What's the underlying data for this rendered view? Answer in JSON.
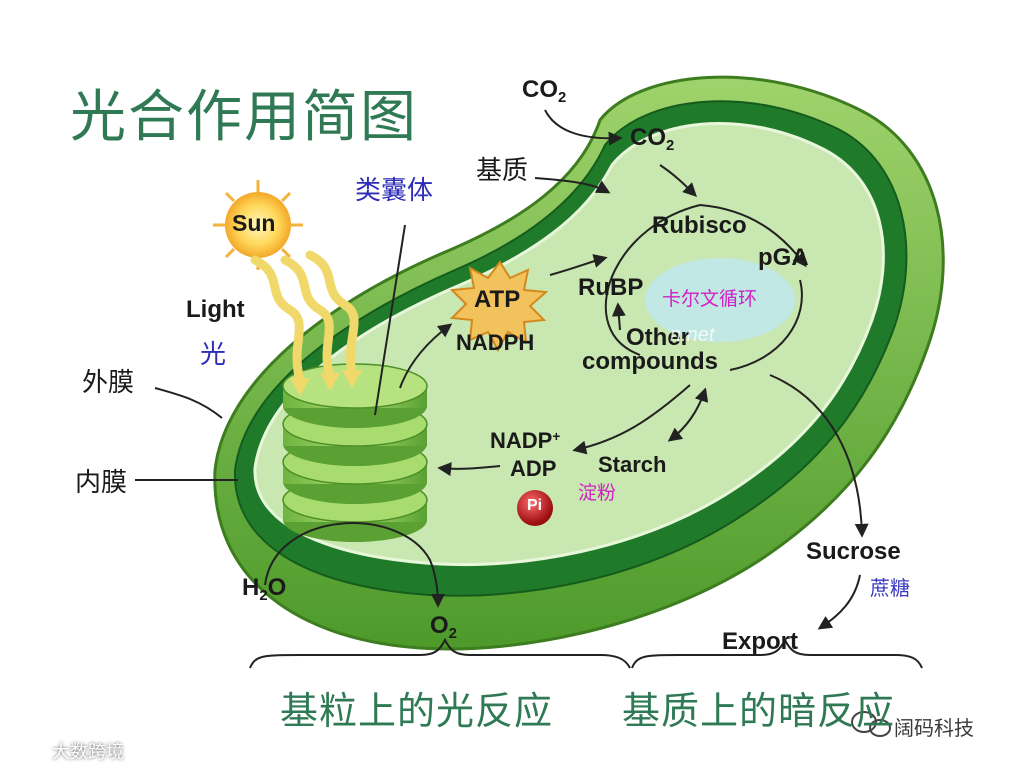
{
  "title": "光合作用简图",
  "labels": {
    "sun": "Sun",
    "light_en": "Light",
    "light_cn": "光",
    "outer_membrane": "外膜",
    "inner_membrane": "内膜",
    "thylakoid": "类囊体",
    "stroma": "基质",
    "co2_outside": "CO",
    "co2_inside": "CO",
    "co2_sub": "2",
    "rubisco": "Rubisco",
    "pga": "pGA",
    "rubp": "RuBP",
    "calvin_cn": "卡尔文循环",
    "other1": "Other",
    "other2": "compounds",
    "atp": "ATP",
    "nadph": "NADPH",
    "nadp": "NADP",
    "nadp_sup": "+",
    "adp": "ADP",
    "pi": "Pi",
    "starch": "Starch",
    "starch_cn": "淀粉",
    "h2o_h": "H",
    "h2o_sub": "2",
    "h2o_o": "O",
    "o2_o": "O",
    "o2_sub": "2",
    "sucrose": "Sucrose",
    "sucrose_cn": "蔗糖",
    "export": "Export",
    "bottom_left": "基粒上的光反应",
    "bottom_right": "基质上的暗反应"
  },
  "watermarks": {
    "left": "大数跨境",
    "right": "阔码科技",
    "center": "n.net"
  }
}
